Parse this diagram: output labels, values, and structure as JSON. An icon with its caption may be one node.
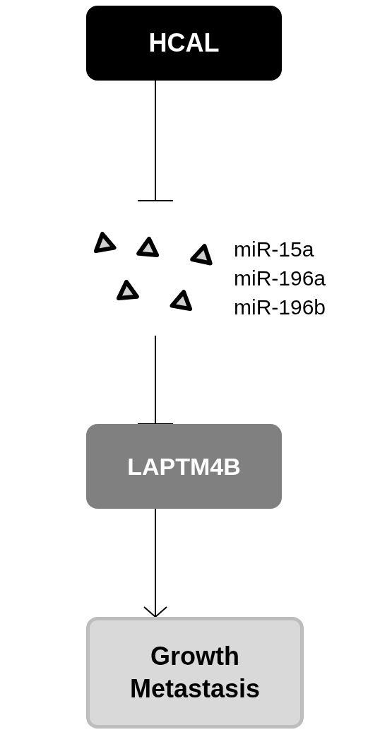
{
  "diagram": {
    "nodes": [
      {
        "text": [
          "HCAL"
        ]
      },
      {
        "text": [
          "miR-15a miR-196a miR-196b"
        ]
      },
      {
        "text": [
          "LAPTM4B"
        ]
      },
      {
        "text": [
          "Growth Metastasis"
        ]
      }
    ],
    "edges": [
      {
        "from": 0,
        "to": 1,
        "arrow": "other"
      },
      {
        "from": 1,
        "to": 2,
        "arrow": "other"
      },
      {
        "from": 2,
        "to": 3,
        "arrow": "to"
      }
    ]
  }
}
